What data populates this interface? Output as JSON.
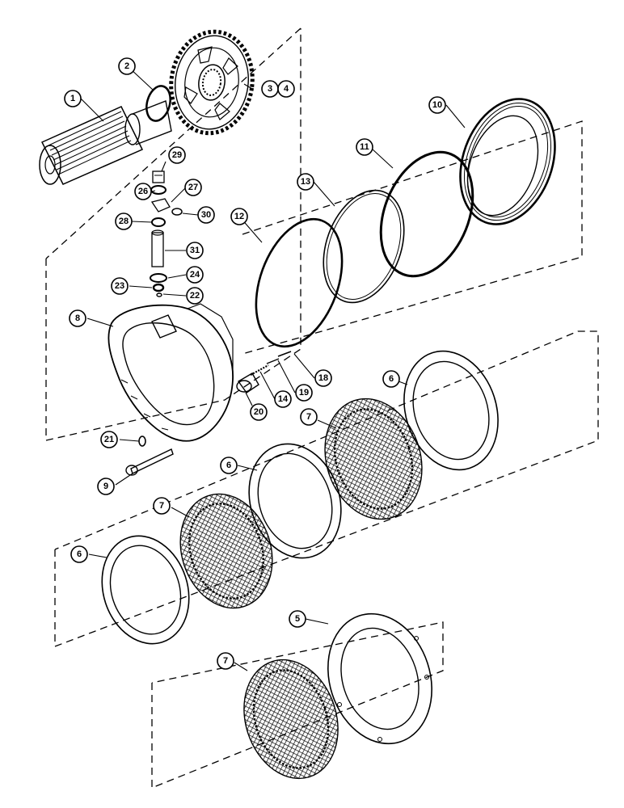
{
  "callouts": [
    {
      "id": "c1",
      "label": "1"
    },
    {
      "id": "c2",
      "label": "2"
    },
    {
      "id": "c3",
      "label": "3"
    },
    {
      "id": "c4",
      "label": "4"
    },
    {
      "id": "c5",
      "label": "5"
    },
    {
      "id": "c6a",
      "label": "6"
    },
    {
      "id": "c6b",
      "label": "6"
    },
    {
      "id": "c6c",
      "label": "6"
    },
    {
      "id": "c7a",
      "label": "7"
    },
    {
      "id": "c7b",
      "label": "7"
    },
    {
      "id": "c7c",
      "label": "7"
    },
    {
      "id": "c8",
      "label": "8"
    },
    {
      "id": "c9",
      "label": "9"
    },
    {
      "id": "c10",
      "label": "10"
    },
    {
      "id": "c11",
      "label": "11"
    },
    {
      "id": "c12",
      "label": "12"
    },
    {
      "id": "c13",
      "label": "13"
    },
    {
      "id": "c14",
      "label": "14"
    },
    {
      "id": "c18",
      "label": "18"
    },
    {
      "id": "c19",
      "label": "19"
    },
    {
      "id": "c20",
      "label": "20"
    },
    {
      "id": "c21",
      "label": "21"
    },
    {
      "id": "c22",
      "label": "22"
    },
    {
      "id": "c23",
      "label": "23"
    },
    {
      "id": "c24",
      "label": "24"
    },
    {
      "id": "c26",
      "label": "26"
    },
    {
      "id": "c27",
      "label": "27"
    },
    {
      "id": "c28",
      "label": "28"
    },
    {
      "id": "c29",
      "label": "29"
    },
    {
      "id": "c30",
      "label": "30"
    },
    {
      "id": "c31",
      "label": "31"
    }
  ]
}
